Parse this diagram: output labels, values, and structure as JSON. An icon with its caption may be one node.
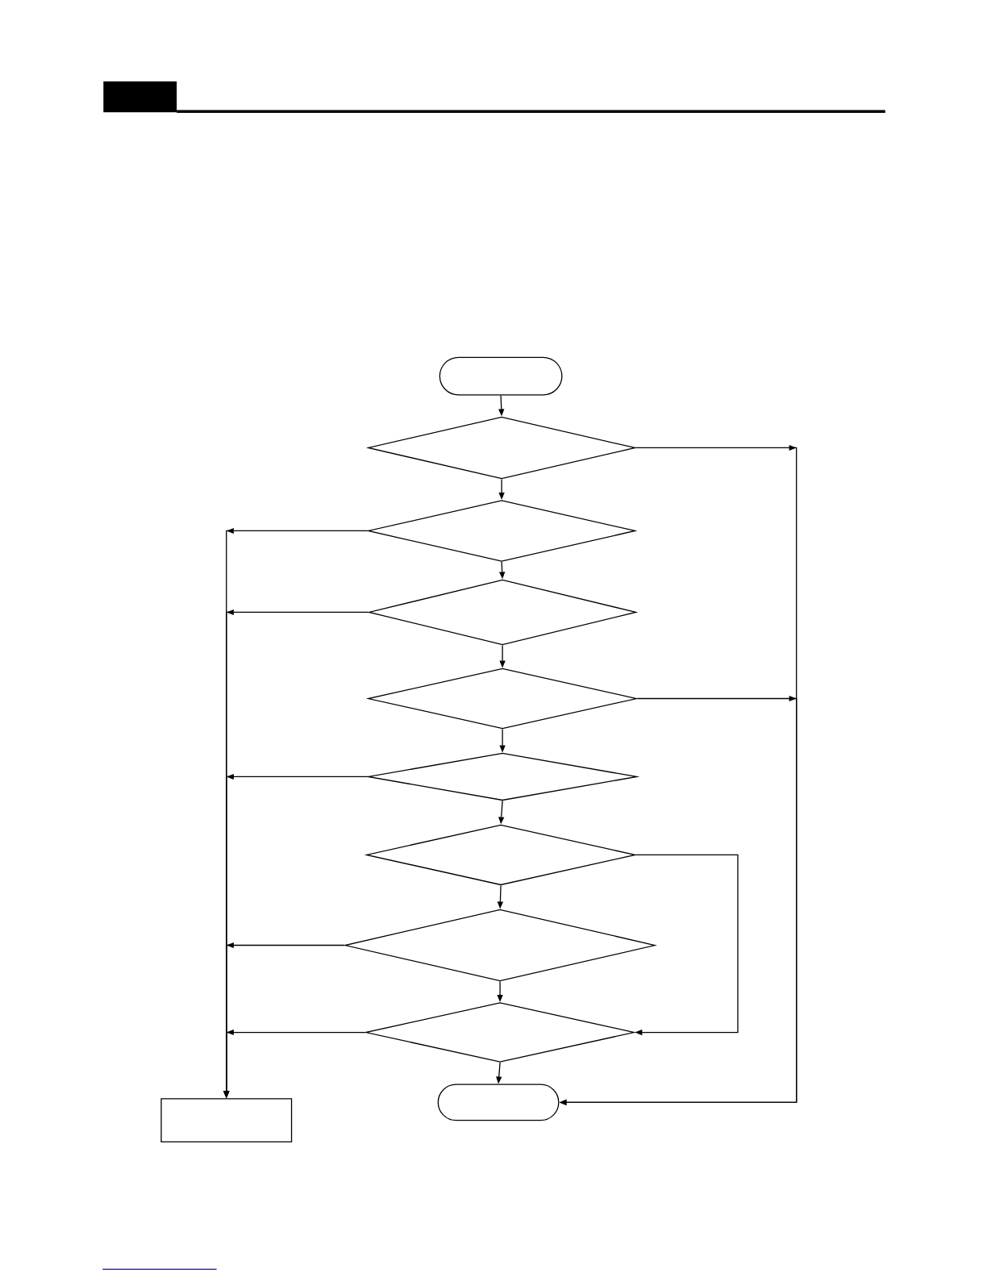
{
  "diagram": {
    "nodes": [
      {
        "text": [],
        "shape": "terminal"
      },
      {
        "text": [],
        "shape": "diamond"
      },
      {
        "text": [],
        "shape": "diamond"
      },
      {
        "text": [],
        "shape": "diamond"
      },
      {
        "text": [],
        "shape": "diamond"
      },
      {
        "text": [],
        "shape": "diamond"
      },
      {
        "text": [],
        "shape": "diamond"
      },
      {
        "text": [],
        "shape": "diamond"
      },
      {
        "text": [],
        "shape": "diamond"
      },
      {
        "text": [],
        "shape": "terminal"
      },
      {
        "text": [],
        "shape": "box"
      }
    ],
    "edges": [
      {
        "from": 0,
        "to": 1,
        "arrow": "to"
      },
      {
        "from": 1,
        "to": 2,
        "arrow": "to"
      },
      {
        "from": 2,
        "to": 3,
        "arrow": "to"
      },
      {
        "from": 3,
        "to": 4,
        "arrow": "to"
      },
      {
        "from": 4,
        "to": 5,
        "arrow": "to"
      },
      {
        "from": 5,
        "to": 6,
        "arrow": "to"
      },
      {
        "from": 6,
        "to": 7,
        "arrow": "to"
      },
      {
        "from": 7,
        "to": 8,
        "arrow": "to"
      },
      {
        "from": 8,
        "to": 9,
        "arrow": "to"
      },
      {
        "from": 1,
        "to": 9,
        "arrow": "to"
      },
      {
        "from": 4,
        "to": 9,
        "arrow": "to"
      },
      {
        "from": 2,
        "to": 10,
        "arrow": "to"
      },
      {
        "from": 3,
        "to": 10,
        "arrow": "to"
      },
      {
        "from": 5,
        "to": 10,
        "arrow": "to"
      },
      {
        "from": 7,
        "to": 10,
        "arrow": "to"
      },
      {
        "from": 8,
        "to": 10,
        "arrow": "to"
      },
      {
        "from": 6,
        "to": 8,
        "arrow": "to"
      }
    ]
  }
}
